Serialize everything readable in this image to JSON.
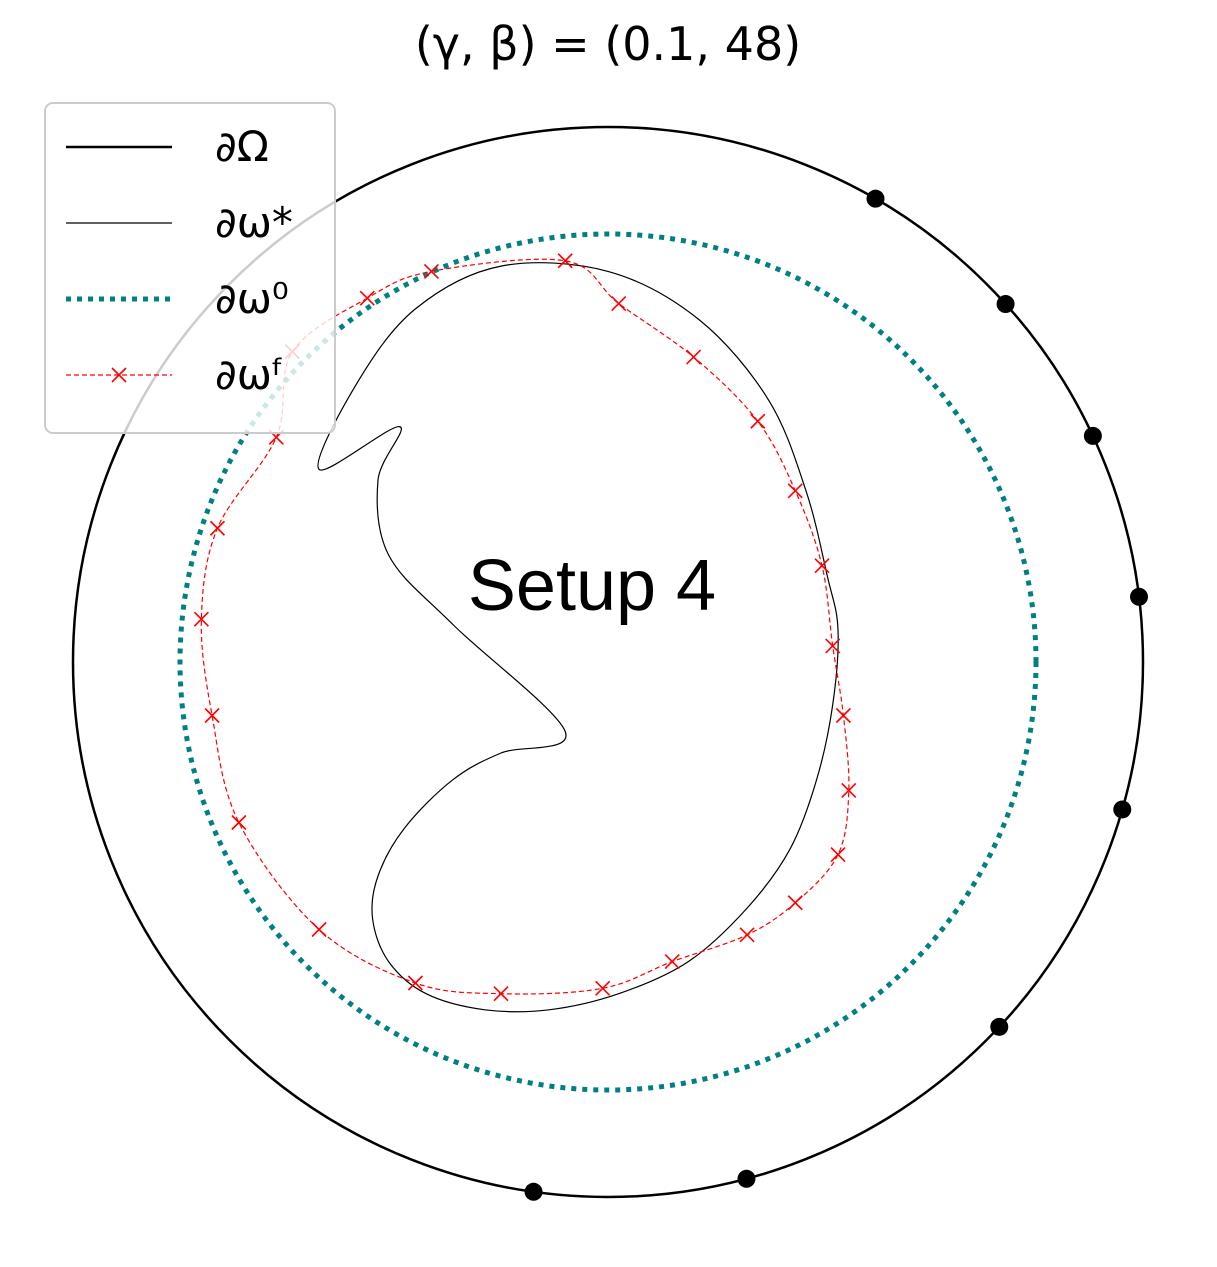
{
  "chart_data": {
    "type": "line",
    "title": "(γ, β) = (0.1, 48)",
    "annotation": "Setup 4",
    "axes_visible": false,
    "grid": false,
    "legend_position": "top-left",
    "xlim": [
      -1.02,
      1.02
    ],
    "ylim": [
      -1.02,
      1.02
    ],
    "series": [
      {
        "name": "∂Ω",
        "style": "solid-thick",
        "color": "#000000",
        "shape": "circle",
        "center": [
          0,
          0
        ],
        "radius": 1
      },
      {
        "name": "∂ω*",
        "style": "solid-thin",
        "color": "#000000",
        "x": [
          -0.54,
          -0.47,
          -0.36,
          -0.2,
          0.0,
          0.17,
          0.3,
          0.37,
          0.41,
          0.43,
          0.42,
          0.39,
          0.34,
          0.26,
          0.15,
          0.02,
          -0.11,
          -0.23,
          -0.34,
          -0.41,
          -0.44,
          -0.43,
          -0.38,
          -0.29,
          -0.2,
          -0.08,
          -0.29,
          -0.41,
          -0.43,
          -0.39,
          -0.54
        ],
        "y": [
          0.36,
          0.52,
          0.66,
          0.74,
          0.73,
          0.64,
          0.49,
          0.32,
          0.16,
          0.06,
          -0.08,
          -0.22,
          -0.35,
          -0.46,
          -0.56,
          -0.62,
          -0.65,
          -0.65,
          -0.62,
          -0.56,
          -0.48,
          -0.4,
          -0.31,
          -0.22,
          -0.17,
          -0.13,
          0.07,
          0.2,
          0.34,
          0.44,
          0.36
        ]
      },
      {
        "name": "∂ω⁰",
        "style": "dotted",
        "color": "#008080",
        "shape": "circle",
        "center": [
          0,
          0
        ],
        "radius": 0.8
      },
      {
        "name": "∂ωᶠ",
        "style": "dashed-x-markers",
        "color": "#ff0000",
        "x": [
          -0.45,
          -0.59,
          -0.62,
          -0.73,
          -0.76,
          -0.74,
          -0.69,
          -0.54,
          -0.36,
          -0.2,
          -0.01,
          0.12,
          0.26,
          0.35,
          0.43,
          0.45,
          0.44,
          0.42,
          0.4,
          0.35,
          0.28,
          0.16,
          0.02,
          -0.08,
          -0.33,
          -0.45
        ],
        "y": [
          0.68,
          0.58,
          0.42,
          0.25,
          0.08,
          -0.1,
          -0.3,
          -0.5,
          -0.6,
          -0.62,
          -0.61,
          -0.56,
          -0.51,
          -0.45,
          -0.36,
          -0.24,
          -0.1,
          0.03,
          0.18,
          0.32,
          0.45,
          0.57,
          0.67,
          0.75,
          0.73,
          0.68
        ]
      }
    ],
    "markers": {
      "color": "#000000",
      "on_circle_radius": 1,
      "angles_deg": [
        60,
        42,
        25,
        7,
        -16,
        -43,
        -75,
        -98
      ]
    }
  }
}
